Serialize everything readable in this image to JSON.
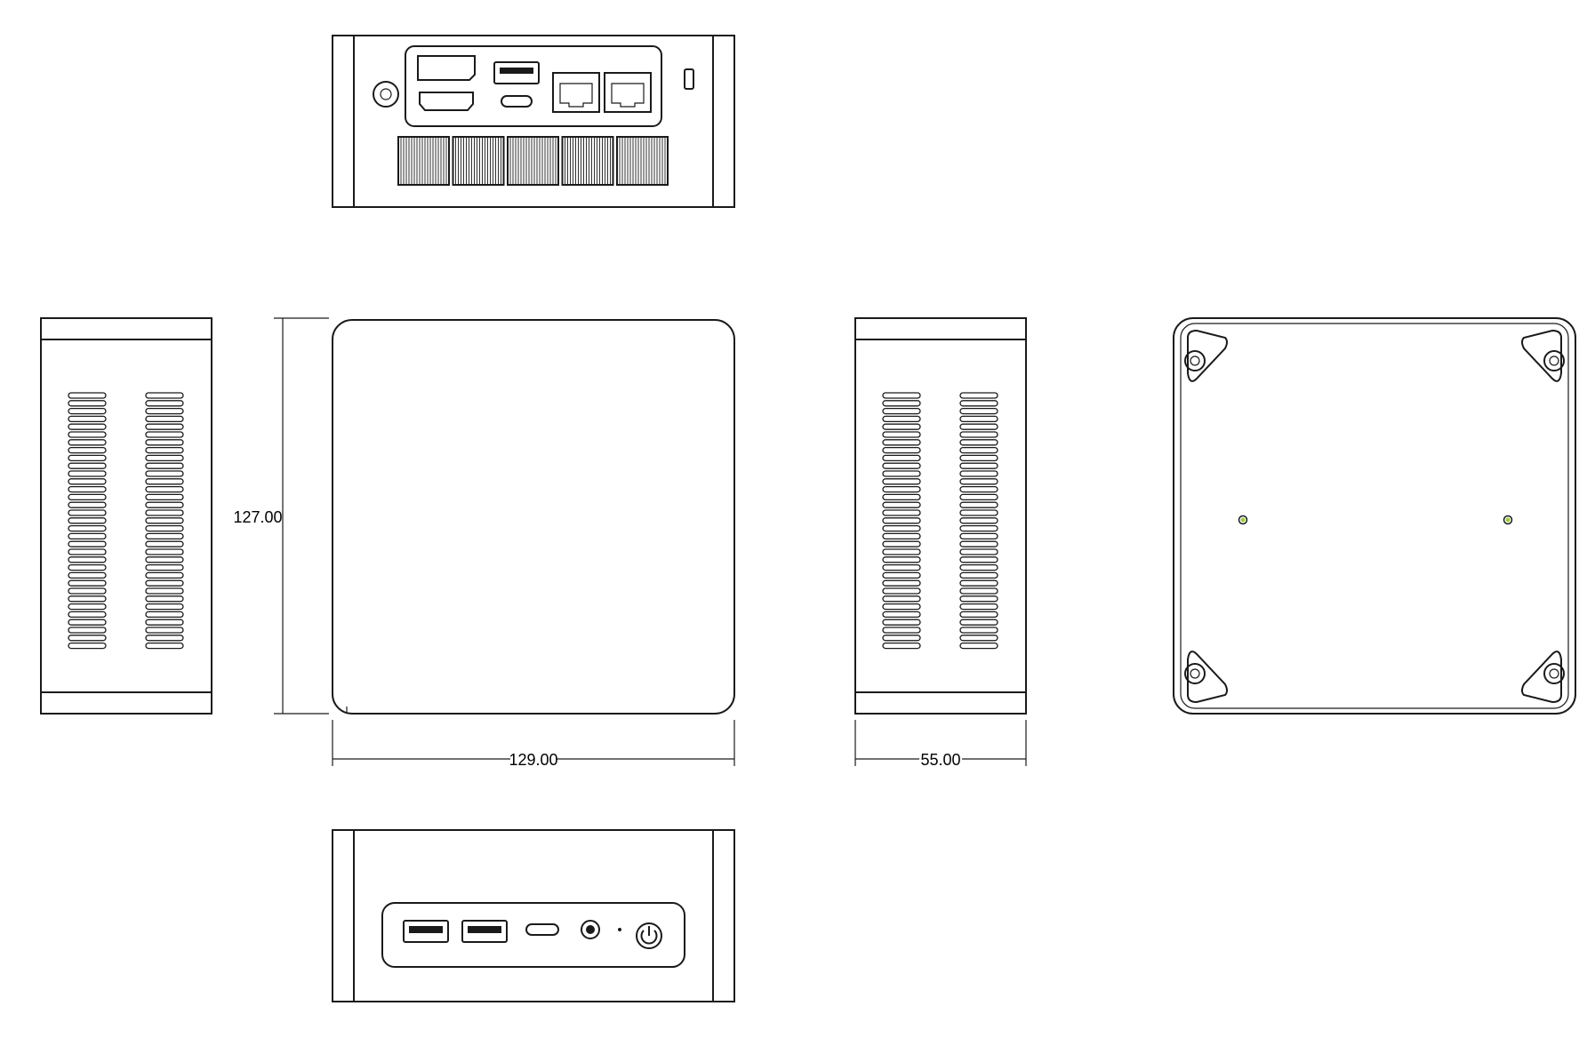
{
  "dimensions": {
    "height_label": "127.00",
    "width_label": "129.00",
    "depth_label": "55.00"
  },
  "views": [
    "rear-view",
    "left-side-view",
    "top-view",
    "right-side-view",
    "bottom-view",
    "front-view"
  ],
  "colors": {
    "line": "#1a1a1a",
    "screw_hole": "#9ccc3c",
    "background": "#ffffff"
  }
}
